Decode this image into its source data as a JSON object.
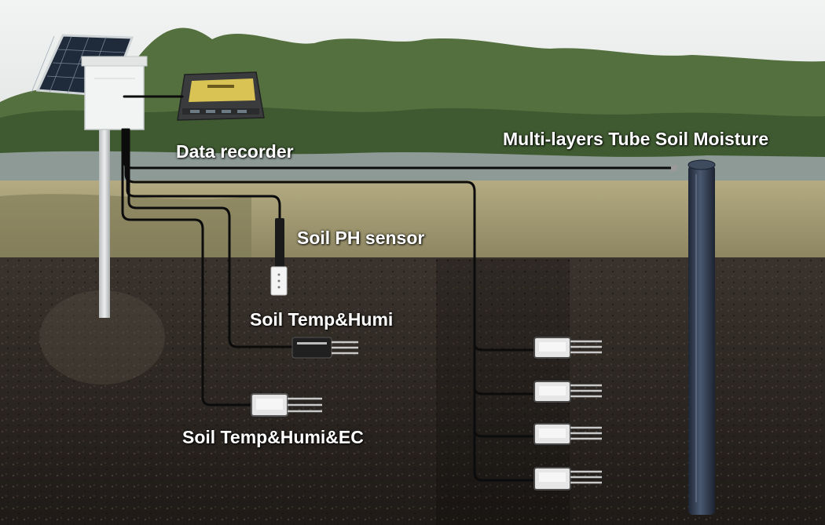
{
  "labels": {
    "data_recorder": "Data recorder",
    "tube_soil_moisture": "Multi-layers Tube Soil Moisture",
    "soil_ph": "Soil PH sensor",
    "soil_temp_humi": "Soil Temp&Humi",
    "soil_temp_humi_ec": "Soil Temp&Humi&EC"
  },
  "colors": {
    "sky": "#e9ecea",
    "trees": "#4f6a3a",
    "water": "#8f9c98",
    "grass": "#a59c72",
    "soil": "#2b2622",
    "cable": "#0d0d0d",
    "sensor_body": "#e8e8e8",
    "tube": "#2f3a4c",
    "label_text": "#ffffff"
  }
}
